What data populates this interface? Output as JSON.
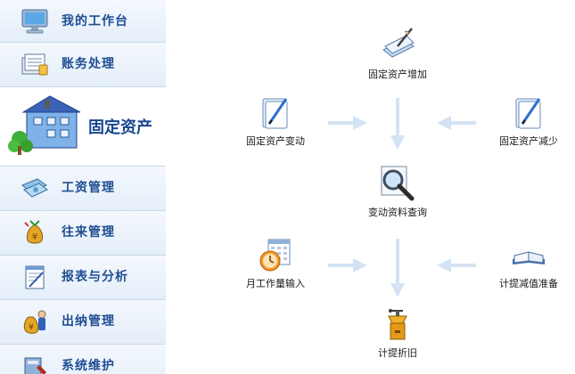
{
  "sidebar": {
    "items": [
      {
        "label": "我的工作台",
        "icon": "monitor-icon"
      },
      {
        "label": "账务处理",
        "icon": "ledger-icon"
      },
      {
        "label": "固定资产",
        "icon": "house-icon"
      },
      {
        "label": "工资管理",
        "icon": "banknote-icon"
      },
      {
        "label": "往来管理",
        "icon": "money-bag-icon"
      },
      {
        "label": "报表与分析",
        "icon": "report-icon"
      },
      {
        "label": "出纳管理",
        "icon": "cashier-icon"
      },
      {
        "label": "系统维护",
        "icon": "maintenance-icon"
      }
    ],
    "active_index": 2
  },
  "flow": {
    "nodes": [
      {
        "label": "固定资产增加",
        "icon": "document-pen-icon"
      },
      {
        "label": "固定资产变动",
        "icon": "document-edit-icon"
      },
      {
        "label": "固定资产减少",
        "icon": "document-edit-icon"
      },
      {
        "label": "变动资料查询",
        "icon": "magnifier-icon"
      },
      {
        "label": "月工作量输入",
        "icon": "calendar-clock-icon"
      },
      {
        "label": "计提减值准备",
        "icon": "open-book-icon"
      },
      {
        "label": "计提折旧",
        "icon": "grinder-icon"
      }
    ]
  },
  "colors": {
    "nav_text": "#1f4e93",
    "arrow": "#d4e3f3",
    "nav_border": "#c7d7ea"
  }
}
